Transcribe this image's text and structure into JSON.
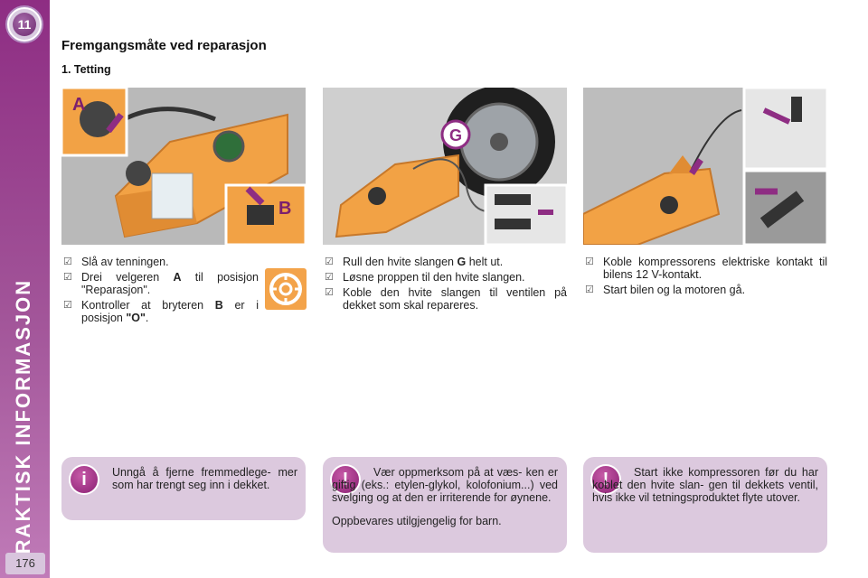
{
  "sidebar": {
    "chapter_number": "11",
    "section_title": "PRAKTISK INFORMASJON",
    "page_number": "176"
  },
  "heading": "Fremgangsmåte ved reparasjon",
  "subheading": "1. Tetting",
  "photos": {
    "left": {
      "labels": [
        "A",
        "B"
      ]
    },
    "middle": {
      "labels": [
        "G"
      ]
    },
    "right": {
      "labels": []
    }
  },
  "column1": {
    "steps": [
      {
        "text": "Slå av tenningen."
      },
      {
        "pre": "Drei velgeren ",
        "bold": "A",
        "post": " til posisjon \"Reparasjon\"."
      },
      {
        "pre": "Kontroller at bryteren ",
        "bold": "B",
        "post": " er i posisjon ",
        "bold2": "\"O\"",
        "post2": "."
      }
    ],
    "note": "Unngå å fjerne fremmedlege- mer som har trengt seg inn i dekket."
  },
  "column2": {
    "steps": [
      {
        "pre": "Rull den hvite slangen ",
        "bold": "G",
        "post": " helt ut."
      },
      {
        "text": "Løsne proppen til den hvite slangen."
      },
      {
        "text": "Koble den hvite slangen til ventilen på dekket som skal repareres."
      }
    ],
    "note1": "Vær oppmerksom på at væs- ken er giftig (eks.: etylen-glykol, kolofonium...) ved svelging og at den er irriterende for øynene.",
    "note2": "Oppbevares utilgjengelig for barn."
  },
  "column3": {
    "steps": [
      {
        "text": "Koble kompressorens elektriske kontakt til bilens 12 V-kontakt."
      },
      {
        "text": "Start bilen og la motoren gå."
      }
    ],
    "note": "Start ikke kompressoren før du har koblet den hvite slan- gen til dekkets ventil, hvis ikke vil tetningsproduktet flyte utover."
  },
  "icons": {
    "bullet": "checkbox-bullet-icon",
    "info": "info-icon",
    "warning": "warning-icon",
    "tire": "tire-repair-icon"
  },
  "colors": {
    "sidebar": "#9a4a90",
    "note_bg": "#dcc9de",
    "compressor": "#f2a245",
    "arrow": "#8e2d83"
  }
}
